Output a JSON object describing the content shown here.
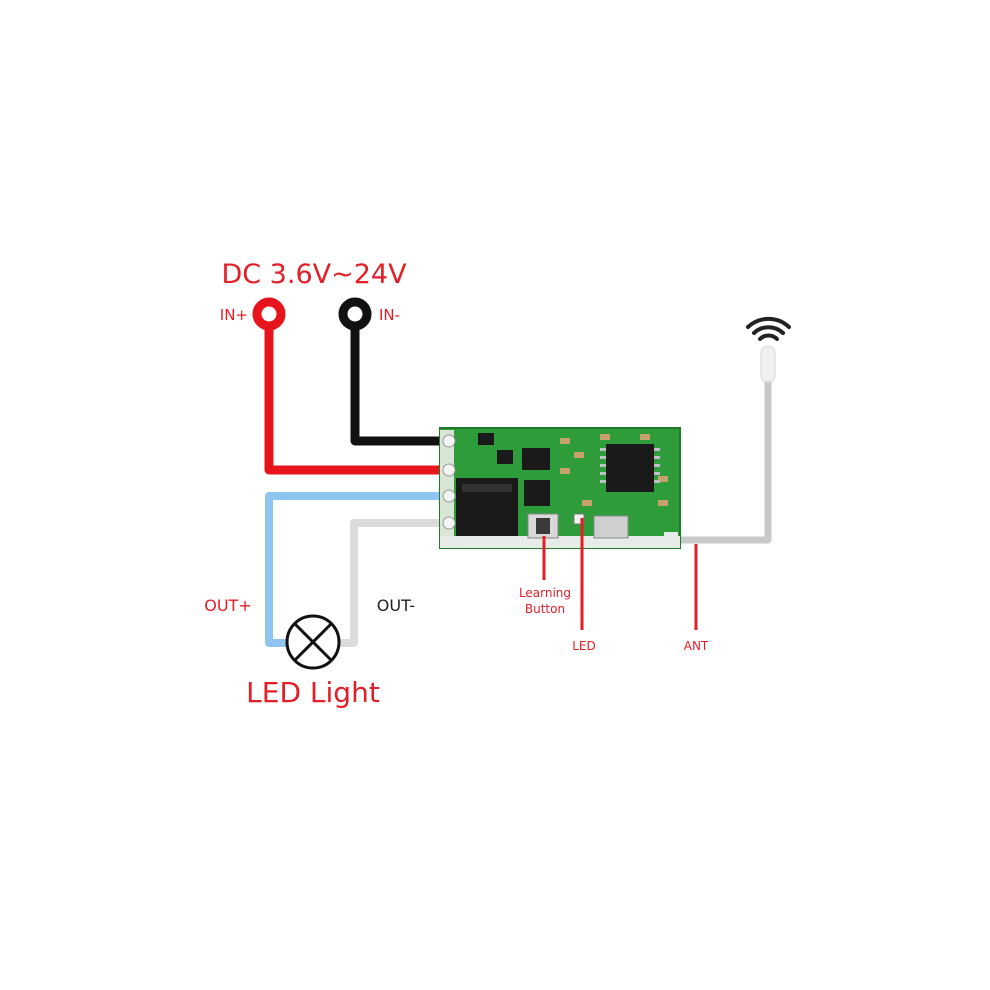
{
  "power": {
    "title": "DC 3.6V~24V",
    "in_plus": "IN+",
    "in_minus": "IN-"
  },
  "outputs": {
    "out_plus": "OUT+",
    "out_minus": "OUT-",
    "load_label": "LED Light"
  },
  "module": {
    "learning_button_line1": "Learning",
    "learning_button_line2": "Button",
    "led_label": "LED",
    "ant_label": "ANT"
  },
  "icons": {
    "wireless": "wifi-signal-icon",
    "lamp": "lamp-icon"
  },
  "colors": {
    "label_red": "#e21e26",
    "wire_red": "#e8141b",
    "wire_black": "#111111",
    "wire_blue": "#8ec4f0",
    "wire_white": "#dcdcdc",
    "wire_antenna": "#c9c9c9",
    "pcb_green": "#2e9c3a"
  }
}
